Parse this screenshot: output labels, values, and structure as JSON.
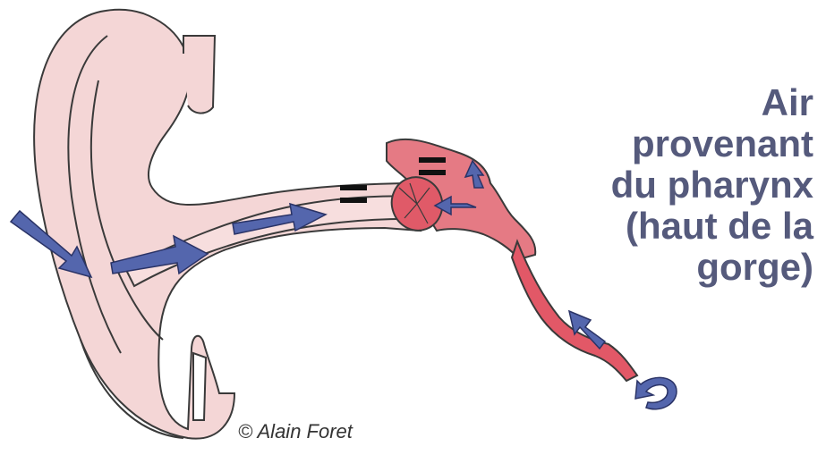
{
  "caption": {
    "lines": [
      "Air",
      "provenant",
      "du pharynx",
      "(haut de la",
      "gorge)"
    ]
  },
  "copyright": "© Alain Foret",
  "colors": {
    "outer_ear": "#f4d6d6",
    "outline": "#3a3a3a",
    "middle_ear": "#e57a84",
    "eustachian_tube": "#e25867",
    "arrow": "#5466ad",
    "caption": "#555a7c"
  },
  "symbols": {
    "equal_sign_canal": "equal-sign",
    "equal_sign_middle": "equal-sign"
  }
}
